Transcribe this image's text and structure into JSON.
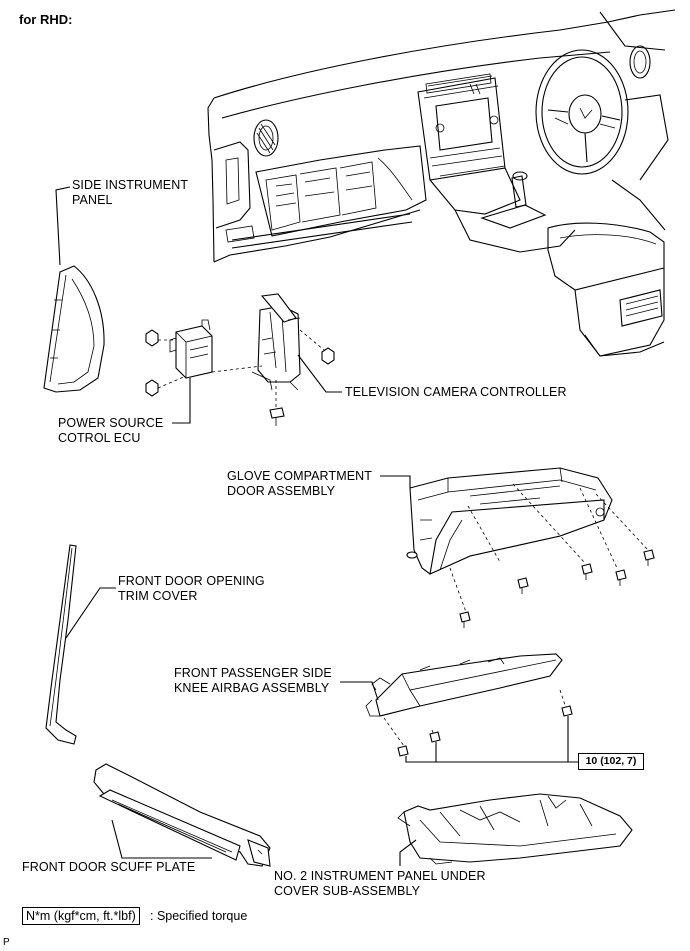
{
  "header": {
    "variant_label": "for RHD:"
  },
  "labels": {
    "side_instrument_panel": [
      "SIDE INSTRUMENT",
      "PANEL"
    ],
    "tv_camera_controller": [
      "TELEVISION CAMERA CONTROLLER"
    ],
    "power_source_ecu": [
      "POWER SOURCE",
      "COTROL ECU"
    ],
    "glove_compartment": [
      "GLOVE COMPARTMENT",
      "DOOR ASSEMBLY"
    ],
    "front_door_opening_trim": [
      "FRONT DOOR OPENING",
      "TRIM COVER"
    ],
    "knee_airbag": [
      "FRONT PASSENGER SIDE",
      "KNEE AIRBAG ASSEMBLY"
    ],
    "front_door_scuff_plate": [
      "FRONT DOOR SCUFF PLATE"
    ],
    "no2_under_cover": [
      "NO. 2 INSTRUMENT PANEL UNDER",
      "COVER SUB-ASSEMBLY"
    ]
  },
  "torque_spec": "10 (102, 7)",
  "legend": {
    "unit_box": "N*m (kgf*cm, ft.*lbf)",
    "description": ": Specified torque"
  },
  "footer": {
    "code": "P"
  }
}
